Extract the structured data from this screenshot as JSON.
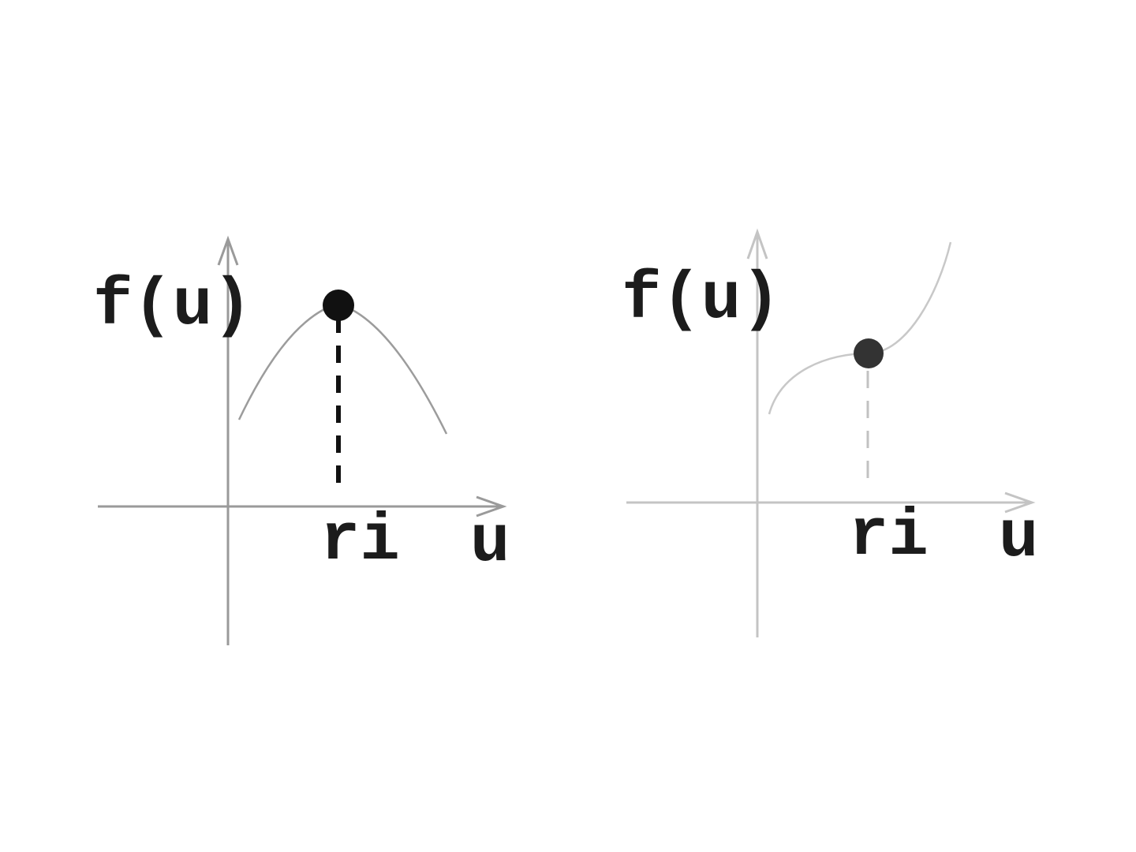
{
  "diagrams": [
    {
      "y_label": "f(u)",
      "x_label": "u",
      "point_label": "ri",
      "shape": "maximum",
      "point_color": "#111111",
      "curve_color": "#9c9c9c"
    },
    {
      "y_label": "f(u)",
      "x_label": "u",
      "point_label": "ri",
      "shape": "inflection",
      "point_color": "#333333",
      "curve_color": "#c8c8c8"
    }
  ]
}
